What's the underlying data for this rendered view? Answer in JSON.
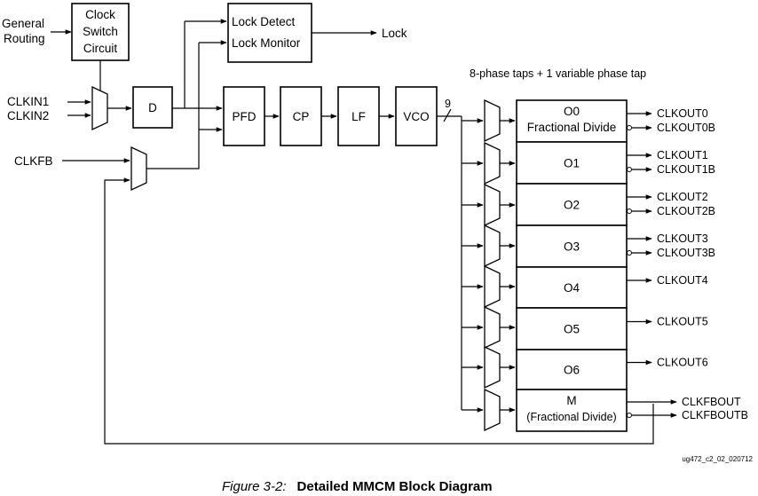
{
  "diagram": {
    "inputs": {
      "general_routing": [
        "General",
        "Routing"
      ],
      "clkin1": "CLKIN1",
      "clkin2": "CLKIN2",
      "clkfb": "CLKFB"
    },
    "blocks": {
      "clock_switch": [
        "Clock",
        "Switch",
        "Circuit"
      ],
      "lock_detect": "Lock Detect",
      "lock_monitor": "Lock Monitor",
      "d": "D",
      "pfd": "PFD",
      "cp": "CP",
      "lf": "LF",
      "vco": "VCO"
    },
    "lock_output": "Lock",
    "phase_taps_note": "8-phase taps + 1 variable phase tap",
    "bus_width": "9",
    "counters": [
      {
        "line1": "O0",
        "line2": "Fractional Divide"
      },
      {
        "line1": "O1"
      },
      {
        "line1": "O2"
      },
      {
        "line1": "O3"
      },
      {
        "line1": "O4"
      },
      {
        "line1": "O5"
      },
      {
        "line1": "O6"
      },
      {
        "line1": "M",
        "line2": "(Fractional Divide)"
      }
    ],
    "outputs": [
      [
        "CLKOUT0",
        "CLKOUT0B"
      ],
      [
        "CLKOUT1",
        "CLKOUT1B"
      ],
      [
        "CLKOUT2",
        "CLKOUT2B"
      ],
      [
        "CLKOUT3",
        "CLKOUT3B"
      ],
      [
        "CLKOUT4"
      ],
      [
        "CLKOUT5"
      ],
      [
        "CLKOUT6"
      ],
      [
        "CLKFBOUT",
        "CLKFBOUTB"
      ]
    ],
    "doc_id": "ug472_c2_02_020712"
  },
  "caption": {
    "figure_label": "Figure 3-2:",
    "title": "Detailed MMCM Block Diagram"
  }
}
